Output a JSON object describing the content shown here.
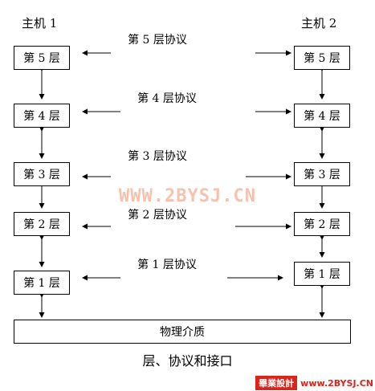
{
  "hosts": {
    "left": "主机 1",
    "right": "主机 2"
  },
  "layers": [
    "第 5 层",
    "第 4 层",
    "第 3 层",
    "第 2 层",
    "第 1 层"
  ],
  "protocols": [
    "第 5 层协议",
    "第 4 层协议",
    "第 3 层协议",
    "第 2 层协议",
    "第 1 层协议"
  ],
  "medium": "物理介质",
  "caption": "层、协议和接口",
  "watermark": "WWW.2BYSJ.CN",
  "logo": {
    "mark": "畢業設計",
    "url": "www.2BYSJ.CN"
  },
  "colors": {
    "line": "#000000",
    "watermark": "#f6c2ae",
    "logo": "#d9261c"
  }
}
